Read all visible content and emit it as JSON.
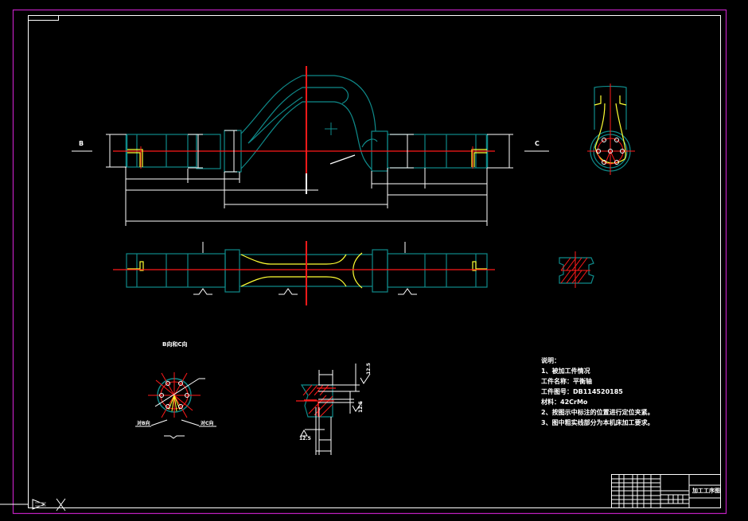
{
  "app": {
    "type": "CAD drawing viewer",
    "background": "#000000"
  },
  "colors": {
    "frame_outer": "#c020c0",
    "frame_inner": "#ffffff",
    "outline": "#0f8a8a",
    "centerline": "#ff1a1a",
    "highlight": "#ffff33",
    "dimension": "#ffffff"
  },
  "views": {
    "front_view": {
      "left_arrow_label": "B",
      "right_arrow_label": "C"
    },
    "detail_view": {
      "title": "B向和C向",
      "left_callout": "对B向",
      "right_callout": "对C向"
    },
    "section_detail": {
      "roughness_labels": [
        "12.5",
        "12.5",
        "12.5"
      ]
    }
  },
  "notes": {
    "heading": "说明：",
    "lines": [
      "1、被加工件情况",
      "工件名称：平衡轴",
      "工件图号：DB114520185",
      "材料：42CrMo",
      "2、按图示中标注的位置进行定位夹紧。",
      "3、图中粗实线部分为本机床加工要求。"
    ]
  },
  "title_block": {
    "title": "加工工序图"
  },
  "ucs": {
    "icon": "ucs-axis-icon",
    "x_marker": "crosshair-x-icon"
  }
}
